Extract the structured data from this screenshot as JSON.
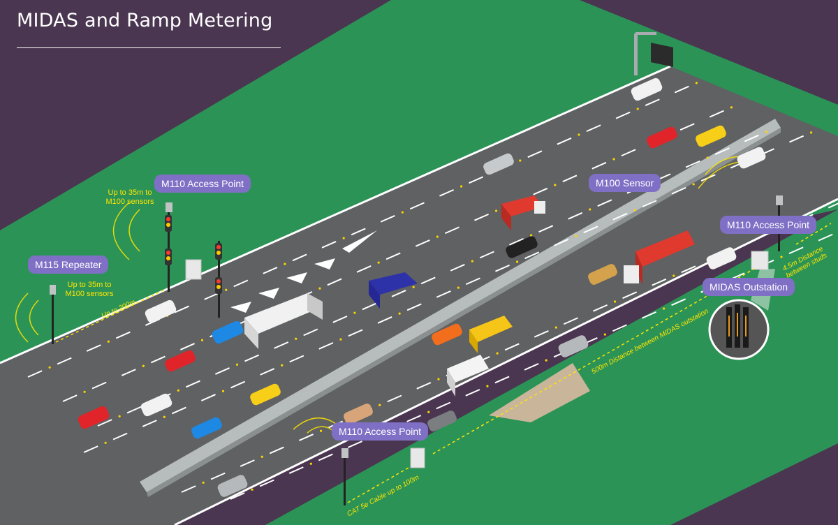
{
  "title": "MIDAS and Ramp Metering",
  "labels": {
    "access_point_left": "M110 Access Point",
    "access_point_right": "M110 Access Point",
    "access_point_bottom": "M110 Access Point",
    "m100_sensor": "M100 Sensor",
    "repeater": "M115 Repeater",
    "midas_outstation": "MIDAS Outstation"
  },
  "notes": {
    "range_access": "Up to 35m to\nM100 sensors",
    "range_repeater": "Up to 35m to\nM100 sensors",
    "up_to_200m": "Up to 200m",
    "distance_500m": "500m Distance between MIDAS outstation",
    "stud_distance": "4.5m Distance\nbetween studs",
    "cat5e": "CAT 5e Cable up to 100m"
  },
  "colors": {
    "background": "#4a3650",
    "grass": "#2c9357",
    "road": "#5f6162",
    "callout": "#7f70c6",
    "annotation": "#ffe600"
  }
}
